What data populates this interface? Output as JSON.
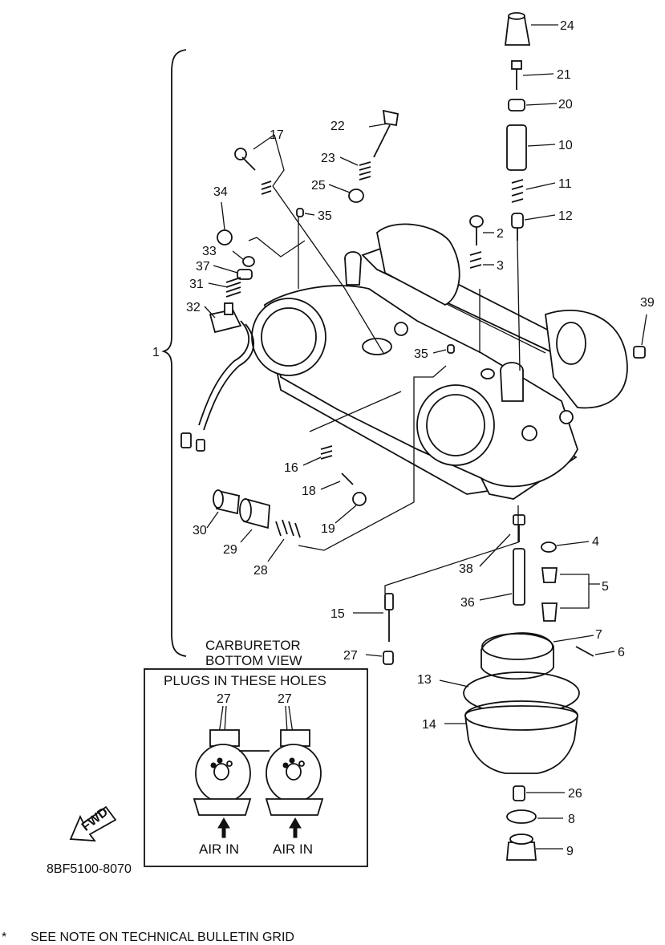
{
  "diagram": {
    "part_number": "8BF5100-8070",
    "fwd_label": "FWD",
    "callouts": [
      "1",
      "2",
      "3",
      "4",
      "5",
      "6",
      "7",
      "8",
      "9",
      "10",
      "11",
      "12",
      "13",
      "14",
      "15",
      "16",
      "17",
      "18",
      "19",
      "20",
      "21",
      "22",
      "23",
      "24",
      "25",
      "26",
      "27",
      "28",
      "29",
      "30",
      "31",
      "32",
      "33",
      "34",
      "35",
      "36",
      "37",
      "38",
      "39"
    ],
    "inset": {
      "title_line1": "CARBURETOR",
      "title_line2": "BOTTOM VIEW",
      "header": "PLUGS IN THESE HOLES",
      "left_plug_label": "27",
      "right_plug_label": "27",
      "left_air_label": "AIR IN",
      "right_air_label": "AIR IN"
    }
  },
  "footnote": {
    "marker": "*",
    "text": "SEE NOTE ON TECHNICAL BULLETIN GRID"
  }
}
